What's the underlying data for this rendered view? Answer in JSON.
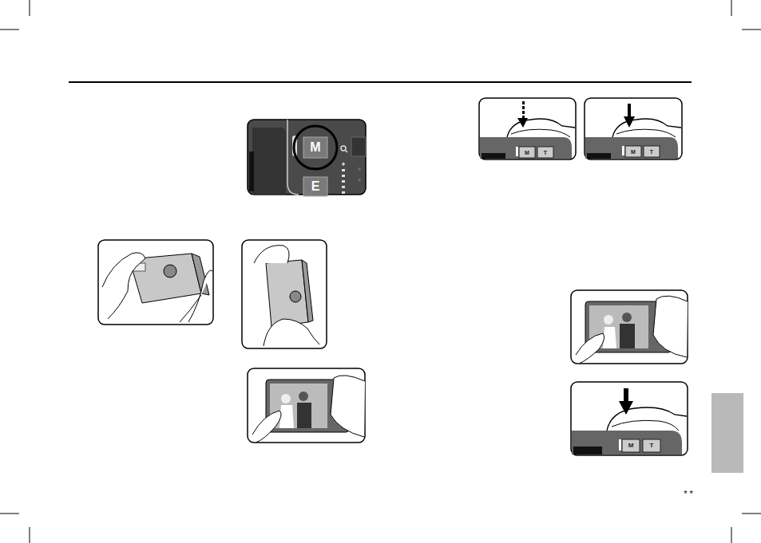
{
  "diagram": {
    "labels": [
      "M",
      "E",
      "M",
      "T",
      "M",
      "T",
      "M",
      "T",
      "* *"
    ]
  }
}
